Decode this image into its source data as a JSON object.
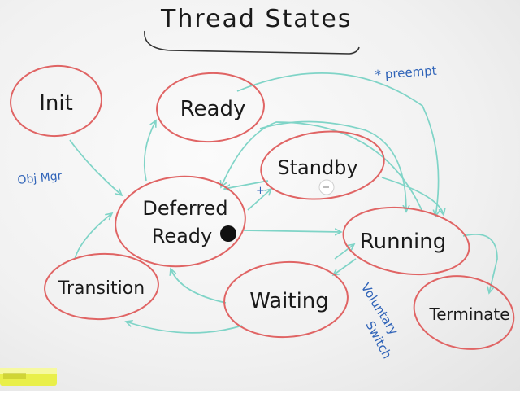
{
  "title": "Thread States",
  "note_preempt": "* preempt",
  "note_objmgr": "Obj Mgr",
  "note_voluntary": "Voluntary",
  "note_switch": "Switch",
  "note_plus": "+",
  "states": {
    "init": "Init",
    "ready": "Ready",
    "standby": "Standby",
    "deferred_line1": "Deferred",
    "deferred_line2": "Ready",
    "running": "Running",
    "transition": "Transition",
    "waiting": "Waiting",
    "terminate": "Terminate"
  },
  "colors": {
    "state_outline": "#e06464",
    "arrow": "#7fd4c7",
    "annotation": "#2f63b8",
    "ink": "#1a1a1a"
  }
}
